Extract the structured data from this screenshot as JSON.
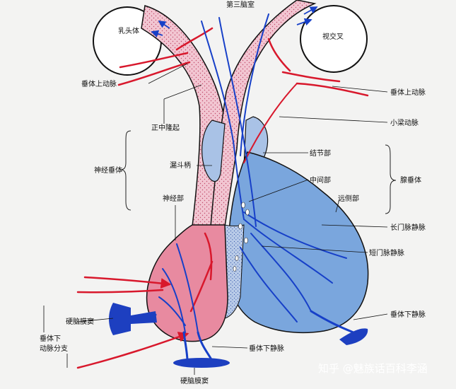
{
  "labels": {
    "third_ventricle": "第三脑室",
    "mammillary_body": "乳头体",
    "optic_chiasm": "视交叉",
    "sup_hyp_artery_left": "垂体上动脉",
    "sup_hyp_artery_right": "垂体上动脉",
    "median_eminence": "正中隆起",
    "trabecular_artery": "小梁动脉",
    "neurohypophysis": "神经垂体",
    "infundibular_stem": "漏斗柄",
    "pars_tuberalis": "结节部",
    "adenohypophysis": "腺垂体",
    "pars_intermedia": "中间部",
    "pars_distalis": "远侧部",
    "pars_nervosa": "神经部",
    "long_portal_veins": "长门脉静脉",
    "short_portal_veins": "短门脉静脉",
    "inf_hyp_vein_right": "垂体下静脉",
    "dural_sinus_left": "硬脑膜窦",
    "inf_hyp_artery_branch": "垂体下\n动脉分支",
    "inf_hyp_vein_bottom": "垂体下静脉",
    "dural_sinus_bottom": "硬脑膜窦",
    "watermark": "知乎 @魅族话百科李涵"
  },
  "colors": {
    "artery_red": "#d8182c",
    "vein_blue": "#1740c8",
    "adeno_blue": "#7aa6dd",
    "neuro_pink": "#e88aa0",
    "stalk_pink": "#f3c8d4"
  }
}
